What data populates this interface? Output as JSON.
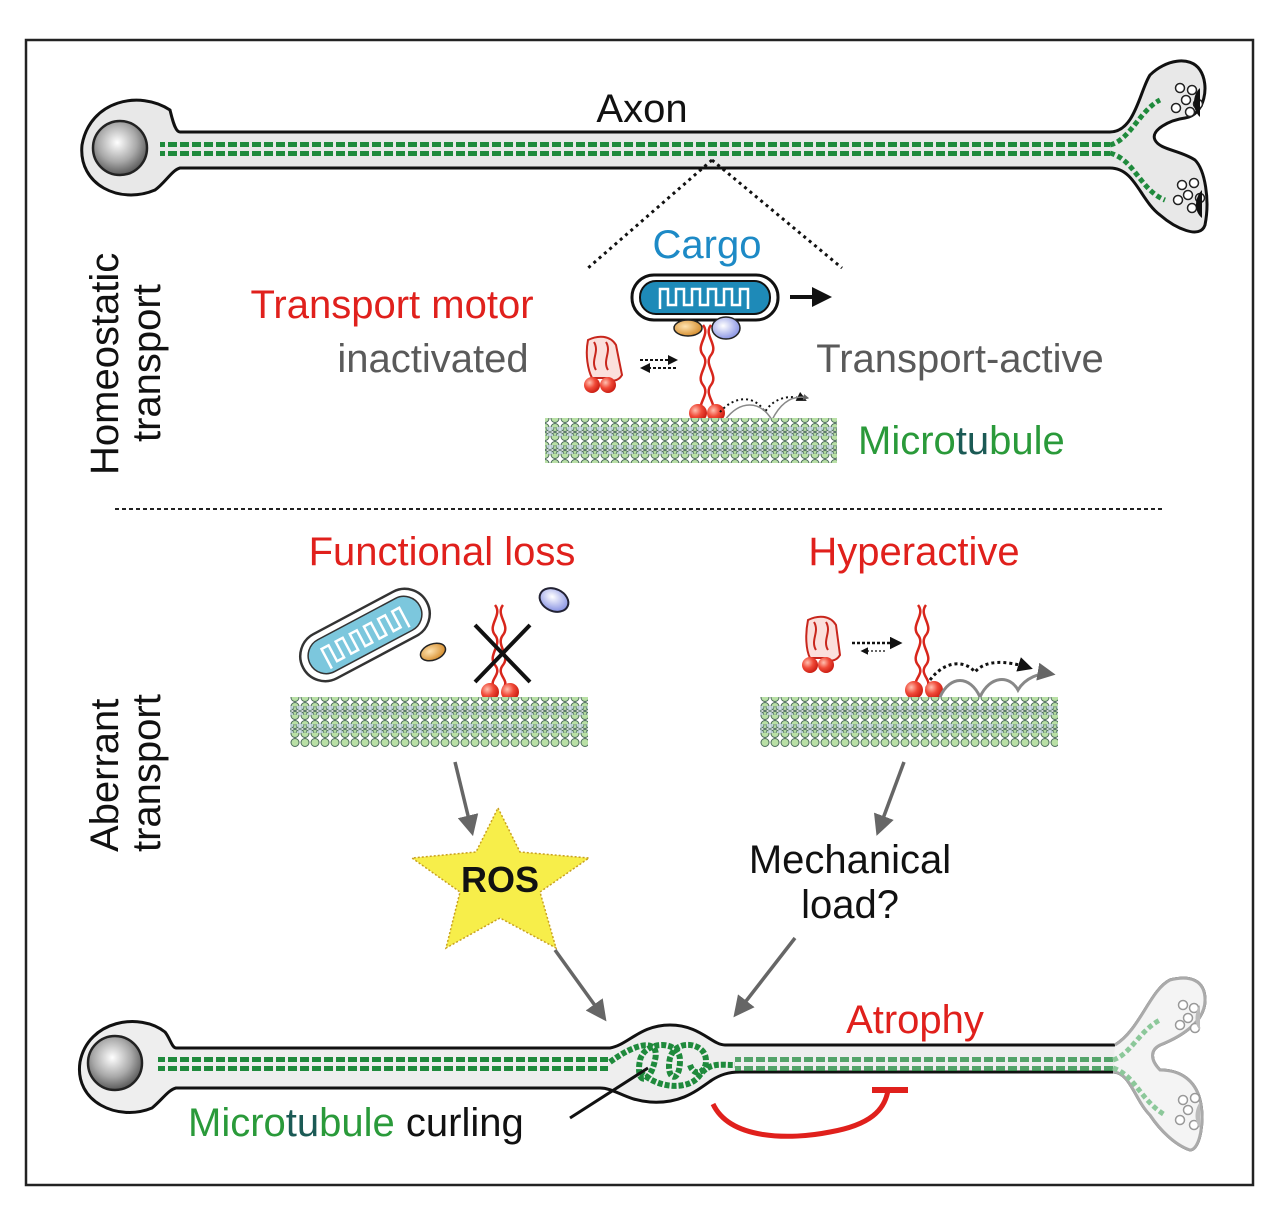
{
  "figure": {
    "top_section": {
      "side_label_line1": "Homeostatic",
      "side_label_line2": "transport",
      "axon_label": "Axon",
      "cargo_label": "Cargo",
      "motor_label_line1": "Transport motor",
      "motor_label_line2": "inactivated",
      "active_label": "Transport-active",
      "microtubule_label_parts": [
        "Micro",
        "tu",
        "bule"
      ]
    },
    "bottom_section": {
      "side_label_line1": "Aberrant",
      "side_label_line2": "transport",
      "functional_loss_label": "Functional loss",
      "hyperactive_label": "Hyperactive",
      "ros_label": "ROS",
      "mechanical_label_line1": "Mechanical",
      "mechanical_label_line2": "load?",
      "atrophy_label": "Atrophy",
      "curling_label_parts": [
        "Micro",
        "tu",
        "bule",
        " curling"
      ]
    },
    "colors": {
      "red": "#e0201c",
      "cargo_blue": "#1d8ac6",
      "microtubule_green": "#2a9a3a",
      "ros_yellow": "#f7ee4a"
    }
  }
}
